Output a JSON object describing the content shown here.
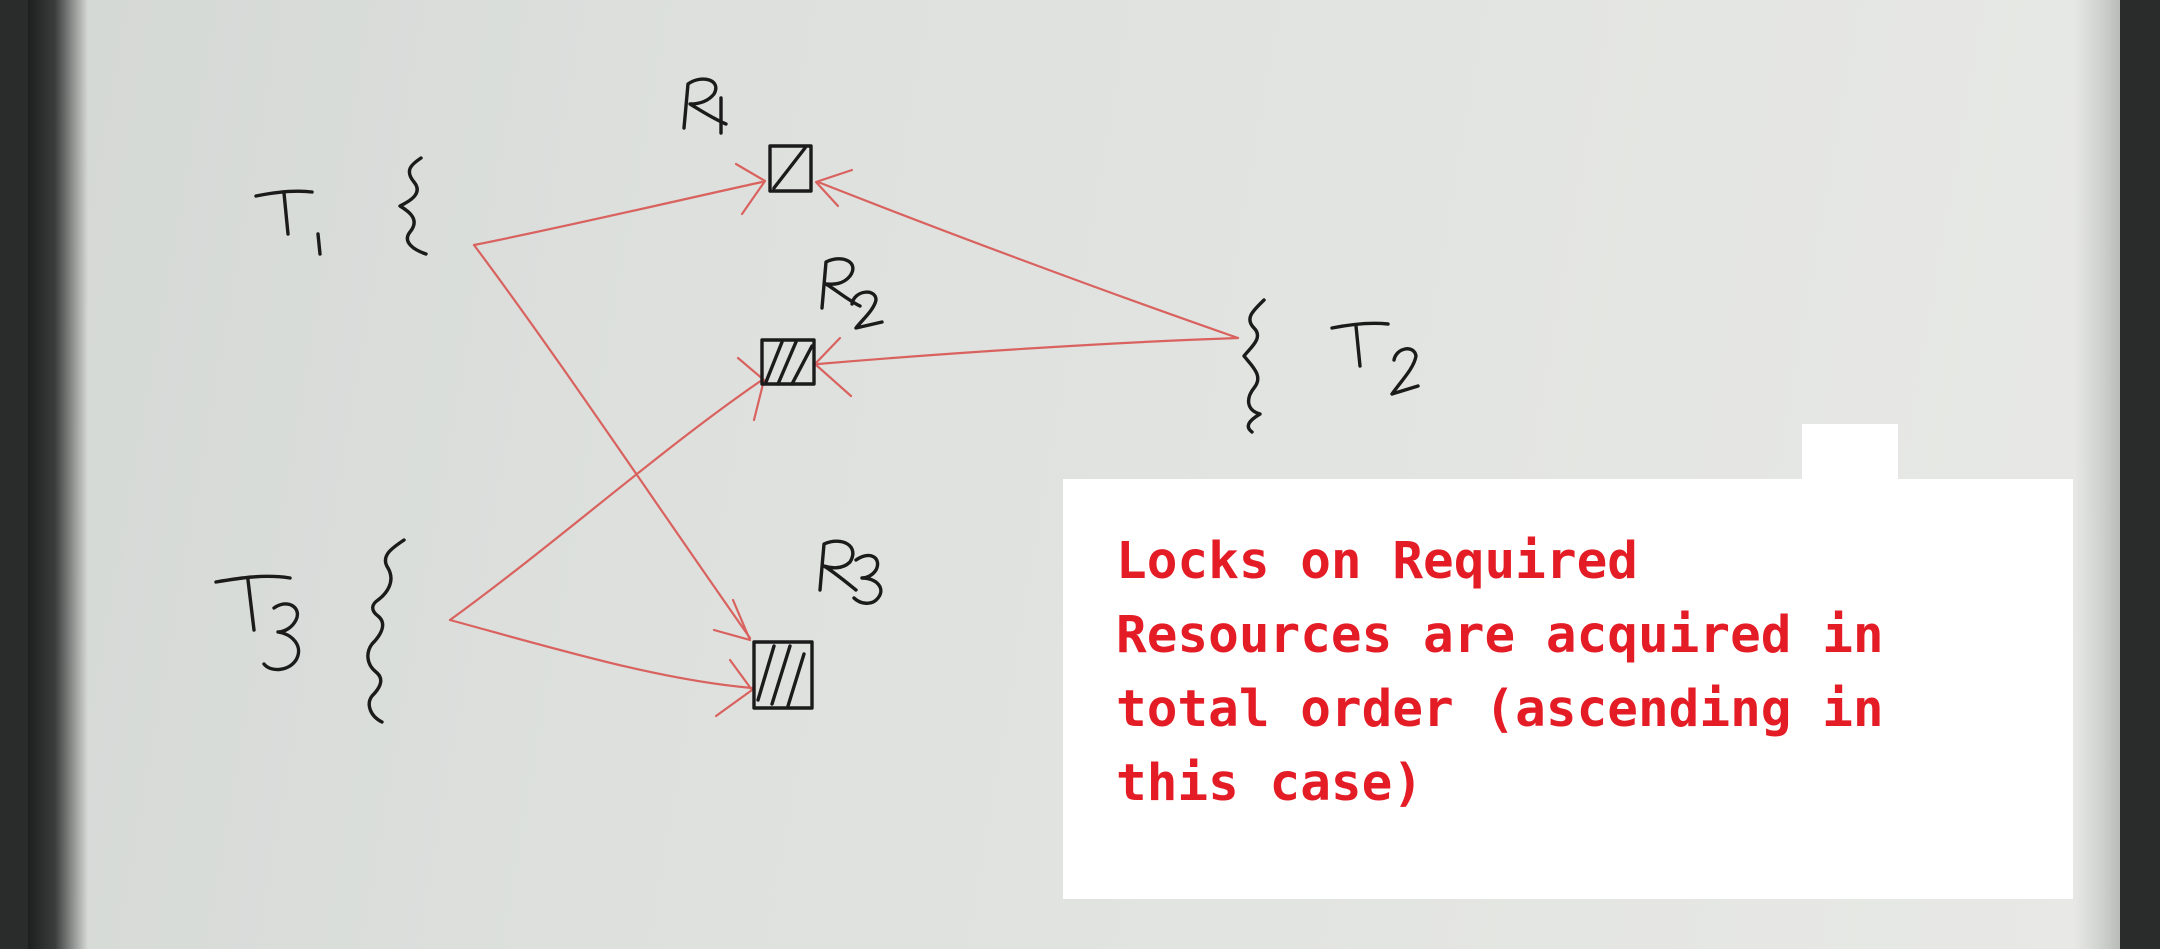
{
  "diagram": {
    "threads": [
      {
        "id": "t1",
        "label": "T1",
        "locks": [
          "R1",
          "R3"
        ]
      },
      {
        "id": "t2",
        "label": "T2",
        "locks": [
          "R1",
          "R2"
        ]
      },
      {
        "id": "t3",
        "label": "T3",
        "locks": [
          "R2",
          "R3"
        ]
      }
    ],
    "resources": [
      {
        "id": "r1",
        "label": "R1"
      },
      {
        "id": "r2",
        "label": "R2"
      },
      {
        "id": "r3",
        "label": "R3"
      }
    ],
    "edge_color": "#d9625f",
    "ink_color": "#1b1b1b"
  },
  "note": {
    "text": "Locks on Required\nResources are acquired in\ntotal order (ascending in\nthis case)",
    "color": "#e31c25"
  }
}
